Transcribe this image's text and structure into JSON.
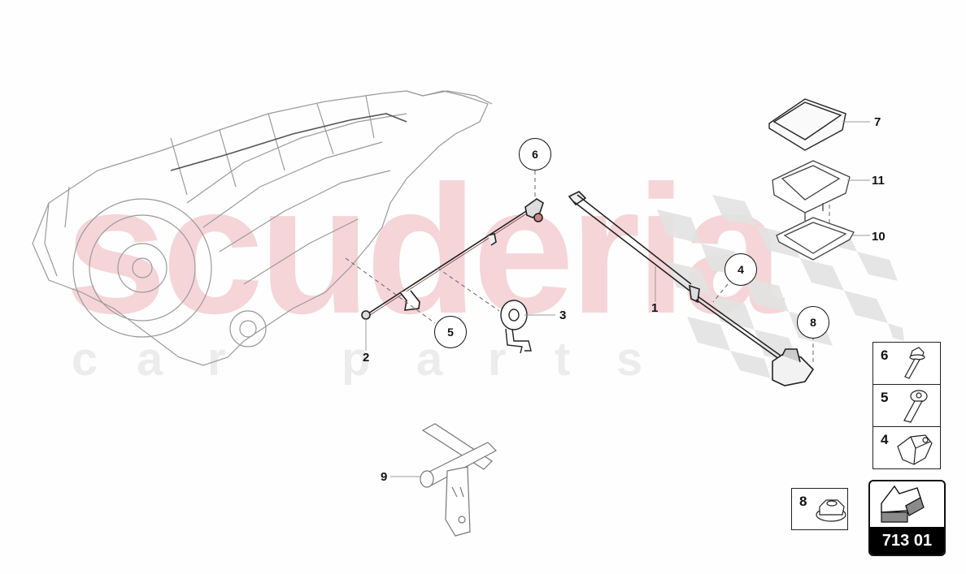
{
  "watermark": {
    "brand_text": "scuderia",
    "sub_letters": [
      "c",
      "a",
      "r",
      "p",
      "a",
      "r",
      "t",
      "s"
    ]
  },
  "callouts": [
    {
      "id": "callout-6",
      "label": "6"
    },
    {
      "id": "callout-5",
      "label": "5"
    },
    {
      "id": "callout-4",
      "label": "4"
    },
    {
      "id": "callout-8",
      "label": "8"
    }
  ],
  "part_labels": [
    {
      "id": "part-1",
      "label": "1"
    },
    {
      "id": "part-2",
      "label": "2"
    },
    {
      "id": "part-3",
      "label": "3"
    },
    {
      "id": "part-7",
      "label": "7"
    },
    {
      "id": "part-9",
      "label": "9"
    },
    {
      "id": "part-10",
      "label": "10"
    },
    {
      "id": "part-11",
      "label": "11"
    }
  ],
  "fastener_boxes": [
    {
      "label": "6",
      "icon": "flange-bolt-icon"
    },
    {
      "label": "5",
      "icon": "torx-bolt-icon"
    },
    {
      "label": "4",
      "icon": "cable-clip-icon"
    }
  ],
  "nut_box": {
    "label": "8",
    "icon": "flange-nut-icon"
  },
  "diagram_code": {
    "number": "713 01",
    "icon": "direction-arrow-icon"
  },
  "colors": {
    "line": "#222222",
    "watermark_red": "#f4cfd2",
    "checker_grey": "#e3e3e3",
    "code_bar": "#000000",
    "arrow_fill": "#8a8a8a"
  }
}
